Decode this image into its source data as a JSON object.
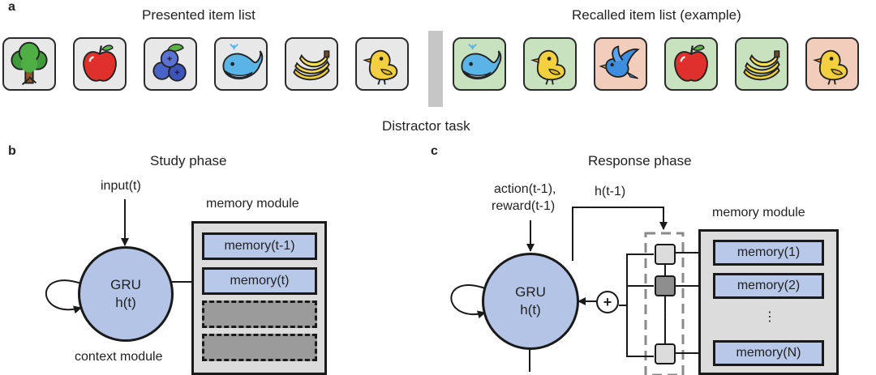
{
  "panel_a": {
    "letter": "a",
    "presented_title": "Presented item list",
    "recalled_title": "Recalled item list (example)",
    "distractor_label": "Distractor task",
    "presented_items": [
      {
        "icon": "tree-icon",
        "bg": "#e8e8e8"
      },
      {
        "icon": "apple-icon",
        "bg": "#e8e8e8"
      },
      {
        "icon": "blueberries-icon",
        "bg": "#e8e8e8"
      },
      {
        "icon": "whale-icon",
        "bg": "#e8e8e8"
      },
      {
        "icon": "banana-icon",
        "bg": "#e8e8e8"
      },
      {
        "icon": "chick-icon",
        "bg": "#e8e8e8"
      }
    ],
    "recalled_items": [
      {
        "icon": "whale-icon",
        "bg": "#c8e2bf"
      },
      {
        "icon": "chick-icon",
        "bg": "#c8e2bf"
      },
      {
        "icon": "bird-icon",
        "bg": "#f3cdbc"
      },
      {
        "icon": "apple-icon",
        "bg": "#c8e2bf"
      },
      {
        "icon": "banana-icon",
        "bg": "#c8e2bf"
      },
      {
        "icon": "chick-icon",
        "bg": "#f3cdbc"
      }
    ]
  },
  "panel_b": {
    "letter": "b",
    "title": "Study phase",
    "input_label": "input(t)",
    "gru_name": "GRU",
    "gru_state": "h(t)",
    "context_label": "context module",
    "memory_title": "memory module",
    "memory_cells": [
      "memory(t-1)",
      "memory(t)"
    ]
  },
  "panel_c": {
    "letter": "c",
    "title": "Response phase",
    "action_label": "action(t-1),",
    "reward_label": "reward(t-1)",
    "hidden_label": "h(t-1)",
    "gru_name": "GRU",
    "gru_state": "h(t)",
    "plus_symbol": "+",
    "memory_title": "memory module",
    "memory_cells": [
      "memory(1)",
      "memory(2)",
      "memory(N)"
    ],
    "ellipsis": "⋮"
  },
  "colors": {
    "gru_fill": "#b4c4e6",
    "memory_cell_fill": "#b8c8e8",
    "memory_frame_fill": "#dcdcdc",
    "correct_recall_bg": "#c8e2bf",
    "incorrect_recall_bg": "#f3cdbc"
  }
}
